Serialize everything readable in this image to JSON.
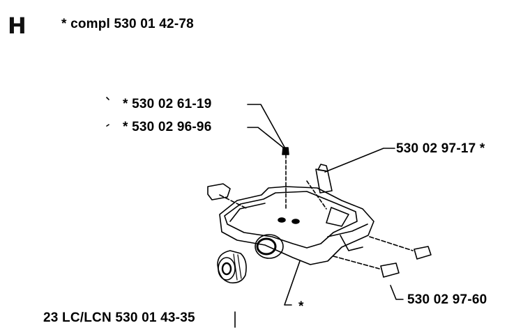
{
  "header": {
    "section_letter": "H",
    "assembly_label": "* compl 530 01 42-78"
  },
  "callouts": {
    "part_a": "* 530 02 61-19",
    "part_b": "* 530 02 96-96",
    "part_c": "530 02 97-17  *",
    "part_d": "*",
    "part_e": "530 02 97-60",
    "part_f": "23 LC/LCN 530 01 43-35"
  },
  "colors": {
    "line": "#000000",
    "background": "#ffffff"
  }
}
